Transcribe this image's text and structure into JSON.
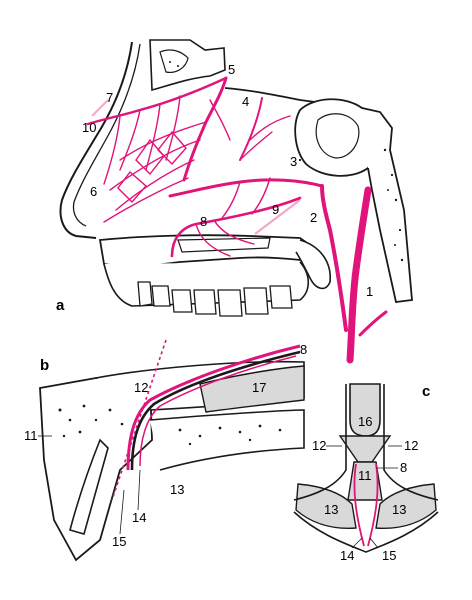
{
  "colors": {
    "vessel": "#e0147a",
    "bone_stroke": "#1a1a1a",
    "shade": "#d9d9d9",
    "light_vessel": "#f2a9c9",
    "background": "#ffffff"
  },
  "panels": {
    "a": "a",
    "b": "b",
    "c": "c"
  },
  "labels_a": [
    "1",
    "2",
    "3",
    "4",
    "5",
    "6",
    "7",
    "8",
    "9",
    "10"
  ],
  "labels_b": [
    "8",
    "11",
    "12",
    "13",
    "14",
    "15",
    "17"
  ],
  "labels_c": [
    "8",
    "11",
    "12",
    "12",
    "13",
    "13",
    "14",
    "15",
    "16"
  ]
}
